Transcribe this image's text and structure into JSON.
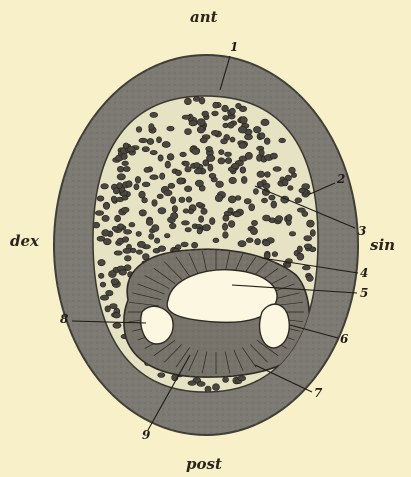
{
  "orientation": {
    "top": "ant",
    "bottom": "post",
    "left": "dex",
    "right": "sin"
  },
  "labels": [
    "1",
    "2",
    "3",
    "4",
    "5",
    "6",
    "7",
    "8",
    "9"
  ],
  "colors": {
    "background": "#f8f0c8",
    "outer_wall": "#7c7a72",
    "inner_field": "#e6e2c4",
    "cells": "#4a4640",
    "cavity": "#fbf7e0",
    "ink": "#1f1a14"
  }
}
